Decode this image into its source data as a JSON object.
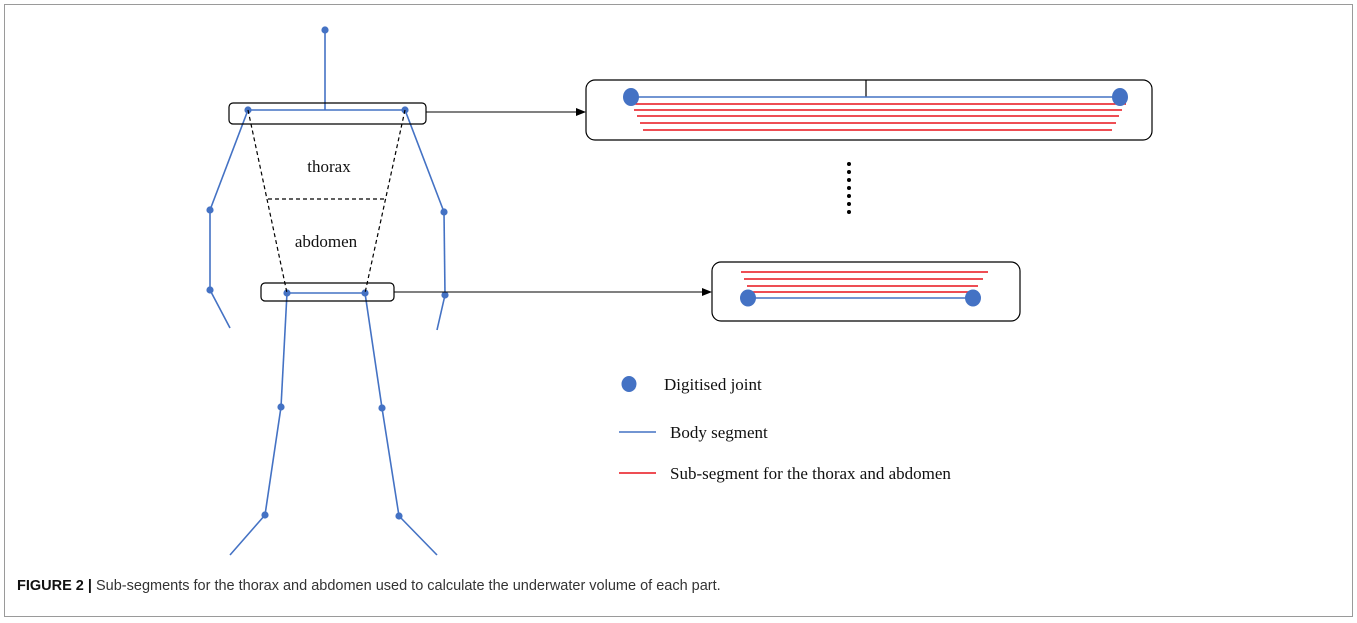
{
  "diagram": {
    "region_labels": {
      "thorax": "thorax",
      "abdomen": "abdomen"
    },
    "legend": [
      {
        "key": "joint",
        "label": "Digitised joint"
      },
      {
        "key": "segment",
        "label": "Body segment"
      },
      {
        "key": "subsegment",
        "label": "Sub-segment for the thorax and abdomen"
      }
    ],
    "colors": {
      "joint": "#4472c4",
      "segment": "#4472c4",
      "subsegment": "#e8141c",
      "outline": "#000000",
      "dashed": "#000000"
    }
  },
  "caption": {
    "label": "FIGURE 2 |",
    "text": " Sub-segments for the thorax and abdomen used to calculate the underwater volume of each part."
  }
}
